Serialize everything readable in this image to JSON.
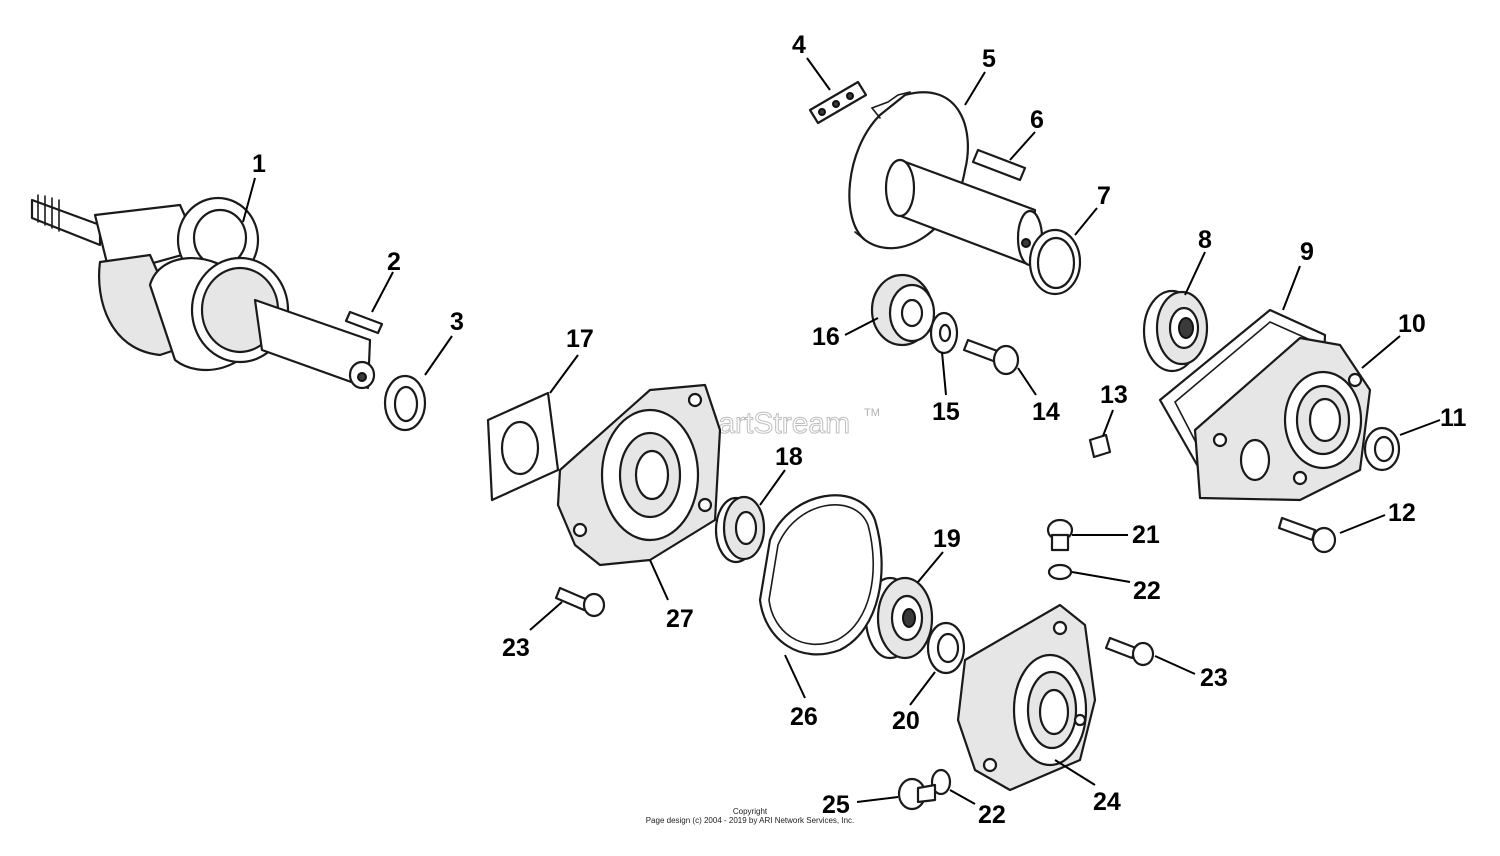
{
  "diagram": {
    "watermark": "ARI PartStream",
    "watermark_mark": "TM",
    "footer_line1": "Copyright",
    "footer_line2": "Page design (c) 2004 - 2019 by ARI Network Services, Inc."
  },
  "callouts": {
    "c1": "1",
    "c2": "2",
    "c3": "3",
    "c4": "4",
    "c5": "5",
    "c6": "6",
    "c7": "7",
    "c8": "8",
    "c9": "9",
    "c10": "10",
    "c11": "11",
    "c12": "12",
    "c13": "13",
    "c14": "14",
    "c15": "15",
    "c16": "16",
    "c17": "17",
    "c18": "18",
    "c19": "19",
    "c20": "20",
    "c21": "21",
    "c22a": "22",
    "c22b": "22",
    "c23a": "23",
    "c23b": "23",
    "c24": "24",
    "c25": "25",
    "c26": "26",
    "c27": "27"
  }
}
